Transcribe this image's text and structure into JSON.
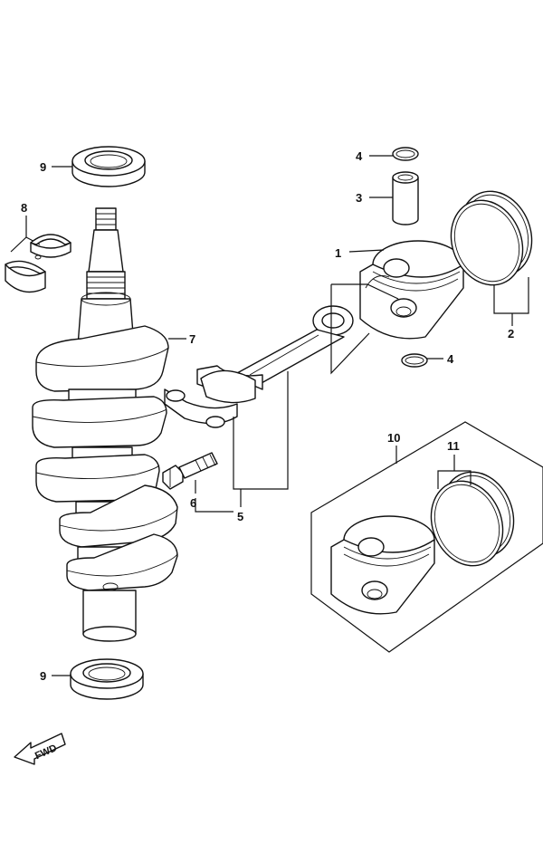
{
  "callouts": {
    "c1": "1",
    "c2": "2",
    "c3": "3",
    "c4a": "4",
    "c4b": "4",
    "c5": "5",
    "c6": "6",
    "c7": "7",
    "c8": "8",
    "c9a": "9",
    "c9b": "9",
    "c10": "10",
    "c11": "11"
  },
  "fwd_label": "FWD"
}
